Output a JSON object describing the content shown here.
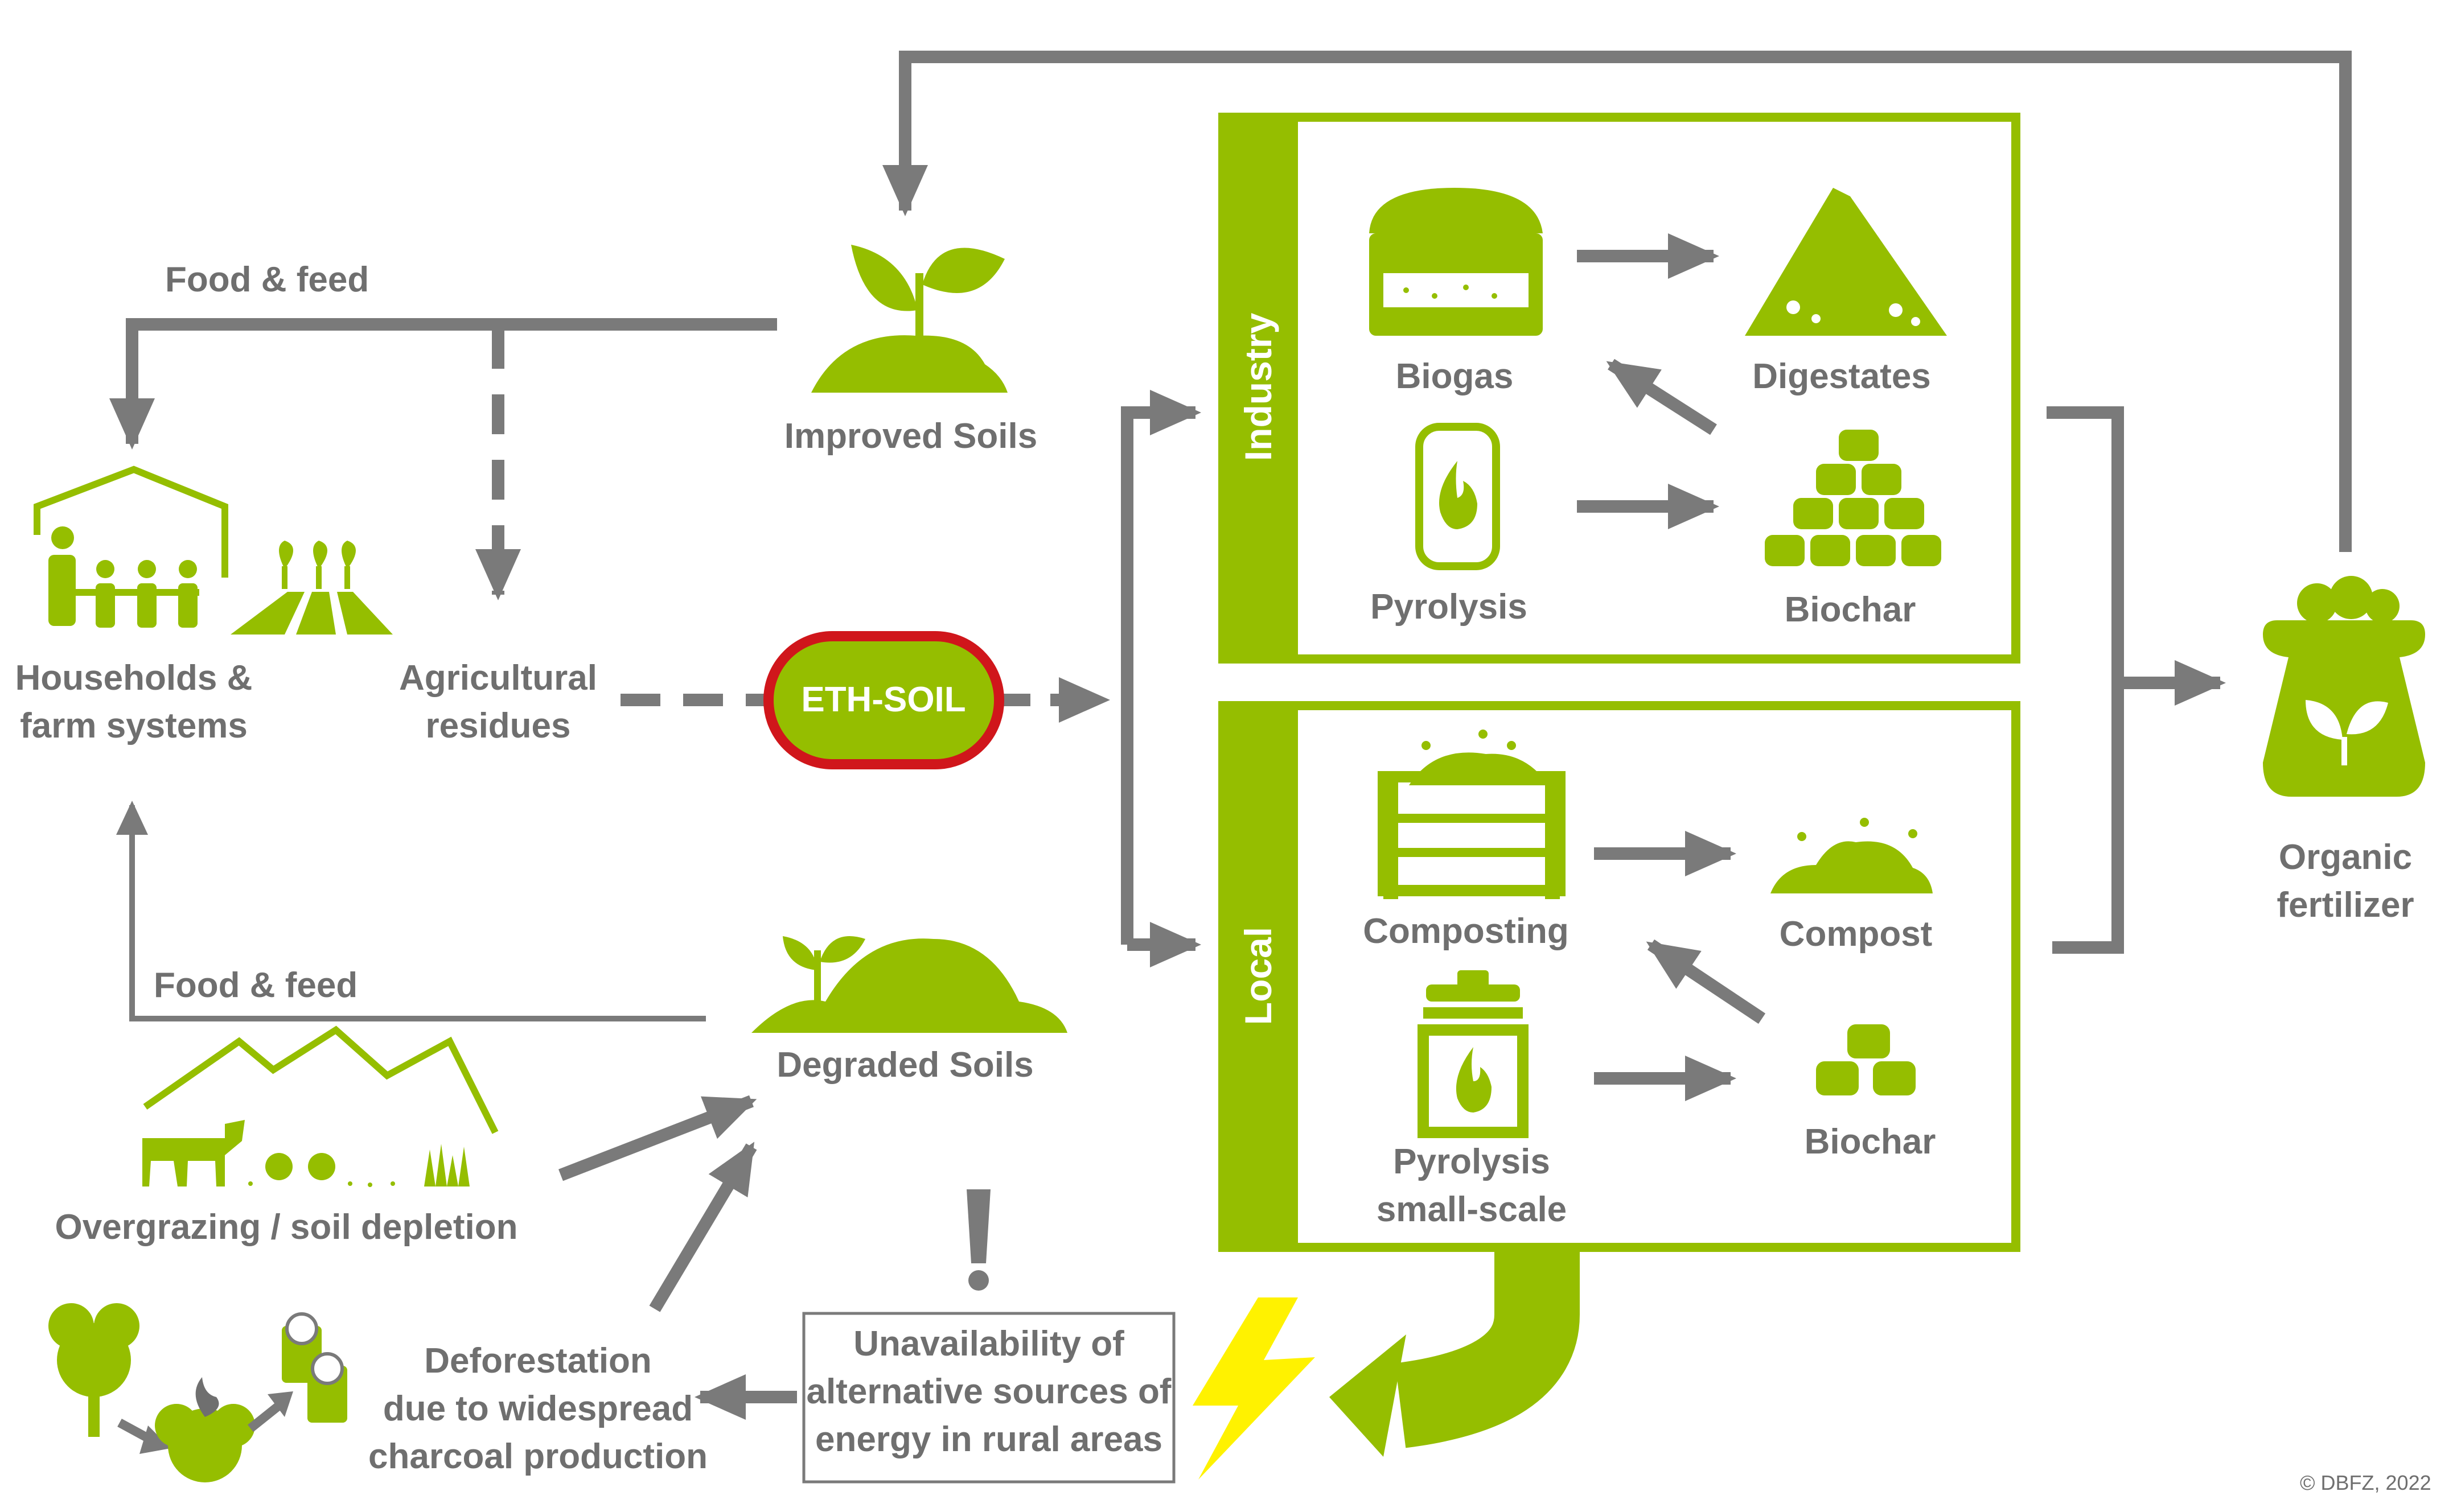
{
  "labels": {
    "food_feed_top": "Food & feed",
    "improved_soils": "Improved Soils",
    "households": "Households &\nfarm systems",
    "agri_residues": "Agricultural\nresidues",
    "eth_soil": "ETH-SOIL",
    "food_feed_bottom": "Food & feed",
    "degraded_soils": "Degraded Soils",
    "overgrazing": "Overgrazing / soil depletion",
    "deforestation": "Deforestation\ndue to widespread\ncharcoal production",
    "unavailability": "Unavailability of\nalternative sources of\nenergy in rural areas",
    "exclamation": "!",
    "industry": "Industry",
    "local": "Local",
    "biogas": "Biogas",
    "digestates": "Digestates",
    "pyrolysis": "Pyrolysis",
    "biochar_industry": "Biochar",
    "composting": "Composting",
    "compost": "Compost",
    "pyrolysis_small": "Pyrolysis\nsmall-scale",
    "biochar_local": "Biochar",
    "organic_fertilizer": "Organic\nfertilizer",
    "copyright": "© DBFZ, 2022"
  },
  "icons": [
    "sprout-icon",
    "family-icon",
    "field-icon",
    "soil-mound-icon",
    "mountain-livestock-icon",
    "tree-icon",
    "fire-icon",
    "charcoal-sack-icon",
    "biogas-tank-icon",
    "digestate-pile-icon",
    "pyrolysis-reactor-icon",
    "biochar-pile-icon",
    "compost-bin-icon",
    "compost-heap-icon",
    "stove-icon",
    "fertilizer-bag-icon",
    "lightning-icon"
  ],
  "colors": {
    "green": "#95be00",
    "gray": "#7a7a7a",
    "text": "#6f6f6f",
    "red": "#d0161b",
    "yellow": "#fff200"
  }
}
